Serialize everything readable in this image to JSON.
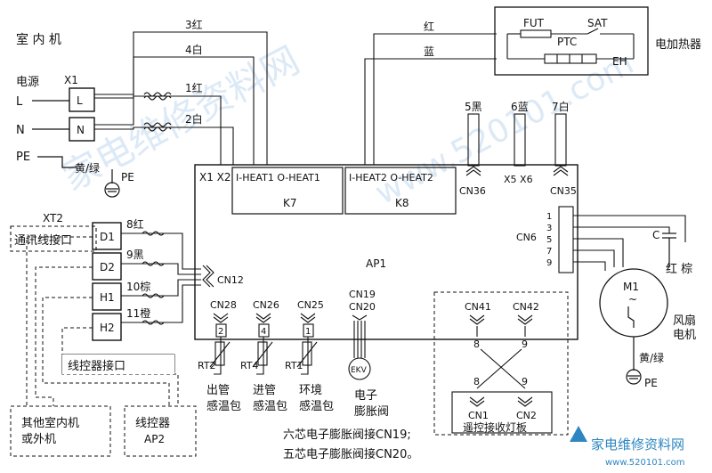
{
  "title": "室 内 机",
  "power": {
    "label": "电源",
    "terminal_block": "X1",
    "L": "L",
    "N": "N",
    "PE": "PE"
  },
  "ground_label": "黄/绿",
  "pe_label": "PE",
  "wires": {
    "w3": "3红",
    "w4": "4白",
    "w1": "1红",
    "w2": "2白",
    "red": "红",
    "blue": "蓝",
    "w5": "5黑",
    "w6": "6蓝",
    "w7": "7白"
  },
  "heater": {
    "label": "电加热器",
    "fut": "FUT",
    "sat": "SAT",
    "ptc": "PTC",
    "eh": "EH"
  },
  "board": {
    "label": "AP1",
    "x1x2": "X1 X2",
    "k7": "I-HEAT1 O-HEAT1",
    "k7_relay": "K7",
    "k8": "I-HEAT2 O-HEAT2",
    "k8_relay": "K8",
    "cn36": "CN36",
    "x5x6": "X5 X6",
    "cn35": "CN35",
    "cn6": "CN6",
    "cn6_pins": [
      "1",
      "3",
      "5",
      "7",
      "9"
    ],
    "cn12": "CN12",
    "cn28": "CN28",
    "cn26": "CN26",
    "cn25": "CN25",
    "cn19": "CN19",
    "cn20": "CN20",
    "cn41": "CN41",
    "cn42": "CN42",
    "pin_2": "2",
    "pin_4": "4",
    "pin_1": "1"
  },
  "xt2": {
    "label": "XT2",
    "interface": "通讯线接口",
    "terminals": [
      "D1",
      "D2",
      "H1",
      "H2"
    ],
    "wires": [
      "8红",
      "9黑",
      "10棕",
      "11橙"
    ]
  },
  "controller_interface": "线控器接口",
  "other_units": [
    "其他室内机",
    "或外机"
  ],
  "controller": [
    "线控器",
    "AP2"
  ],
  "sensors": [
    {
      "id": "RT2",
      "name": [
        "出管",
        "感温包"
      ]
    },
    {
      "id": "RT4",
      "name": [
        "进管",
        "感温包"
      ]
    },
    {
      "id": "RT1",
      "name": [
        "环境",
        "感温包"
      ]
    }
  ],
  "eev": {
    "symbol": "EKV",
    "name": [
      "电子",
      "膨胀阀"
    ]
  },
  "notes": [
    "六芯电子膨胀阀接CN19;",
    "五芯电子膨胀阀接CN20。"
  ],
  "motor": {
    "cap": "C",
    "brown": "红 棕",
    "id": "M1",
    "tilde": "~",
    "name": [
      "风扇",
      "电机"
    ],
    "ground": "黄/绿",
    "pe": "PE"
  },
  "receiver": {
    "label": "遥控接收灯板",
    "cn1": "CN1",
    "cn2": "CN2",
    "pin8": "8",
    "pin9": "9"
  },
  "watermark": {
    "logo_text": "家电维修资料网",
    "domain": "www.520101.com",
    "text1": "家电维修资料网",
    "text2": "www.520101.com"
  }
}
